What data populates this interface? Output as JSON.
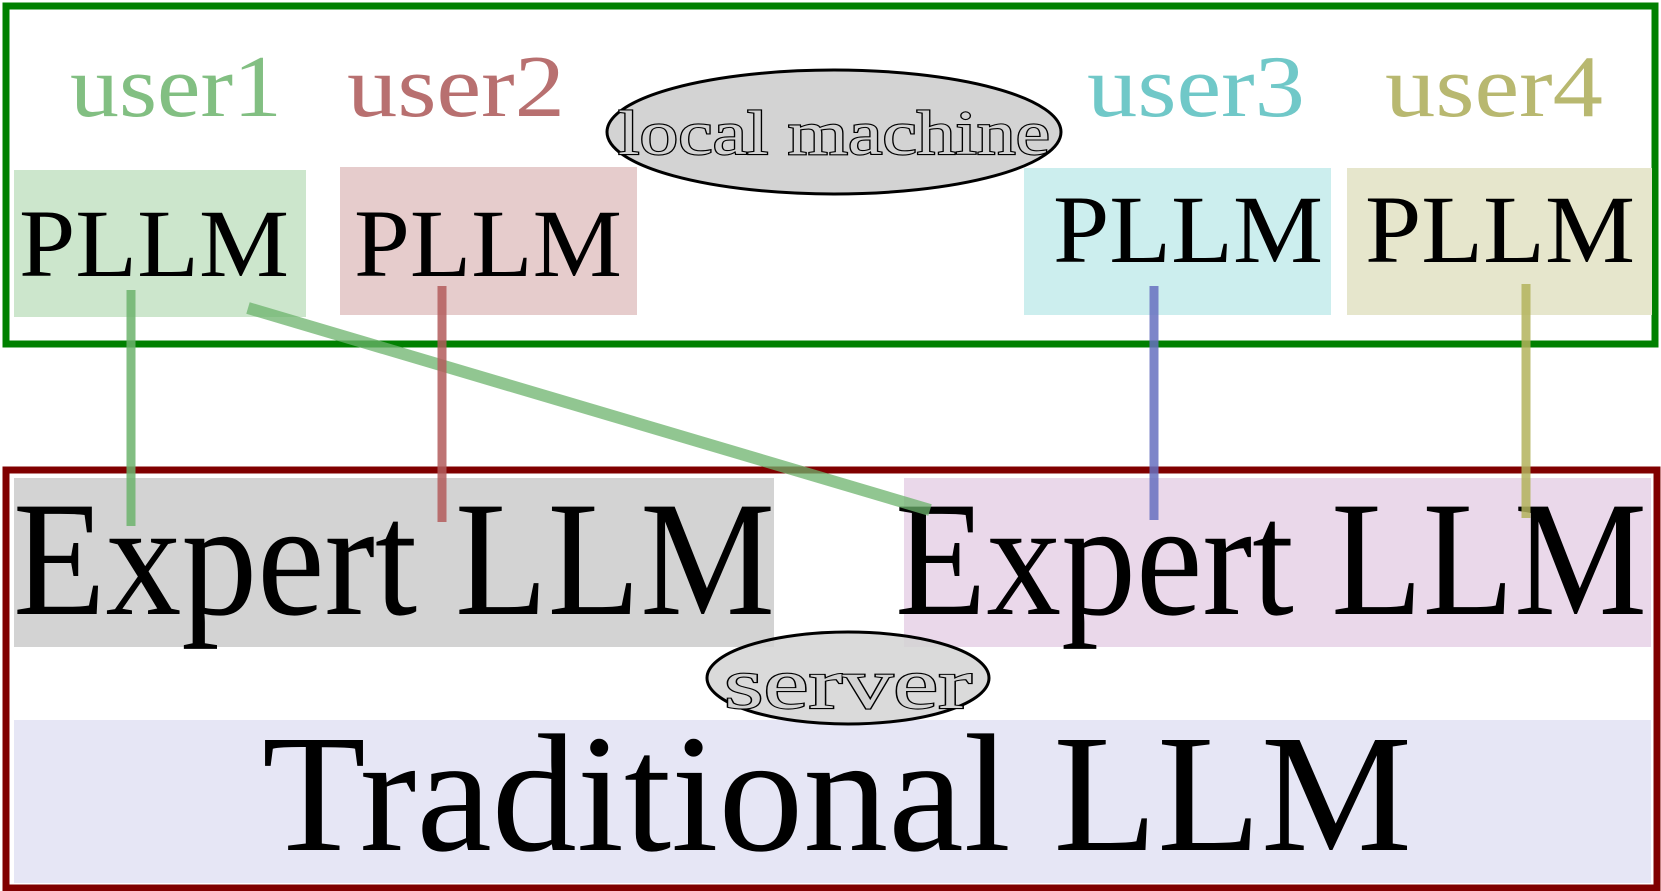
{
  "diagram": {
    "local_machine": {
      "label": "local machine",
      "border_color": "#008000",
      "users": [
        {
          "name": "user1",
          "model": "PLLM",
          "label_color": "#82bf82",
          "box_color": "#cce6cc",
          "link_color": "#6cb36c"
        },
        {
          "name": "user2",
          "model": "PLLM",
          "label_color": "#b87070",
          "box_color": "#e6cccc",
          "link_color": "#b35c5c"
        },
        {
          "name": "user3",
          "model": "PLLM",
          "label_color": "#70c8c8",
          "box_color": "#cceeee",
          "link_color": "#6670c0"
        },
        {
          "name": "user4",
          "model": "PLLM",
          "label_color": "#b8b870",
          "box_color": "#e6e6cc",
          "link_color": "#b3b35c"
        }
      ]
    },
    "server": {
      "label": "server",
      "border_color": "#800000",
      "experts": [
        {
          "label": "Expert LLM",
          "box_color": "#d3d3d3"
        },
        {
          "label": "Expert LLM",
          "box_color": "#ead8ea"
        }
      ],
      "traditional": {
        "label": "Traditional LLM",
        "box_color": "#e6e6f5"
      }
    },
    "ellipse_fill": "#d3d3d3"
  }
}
